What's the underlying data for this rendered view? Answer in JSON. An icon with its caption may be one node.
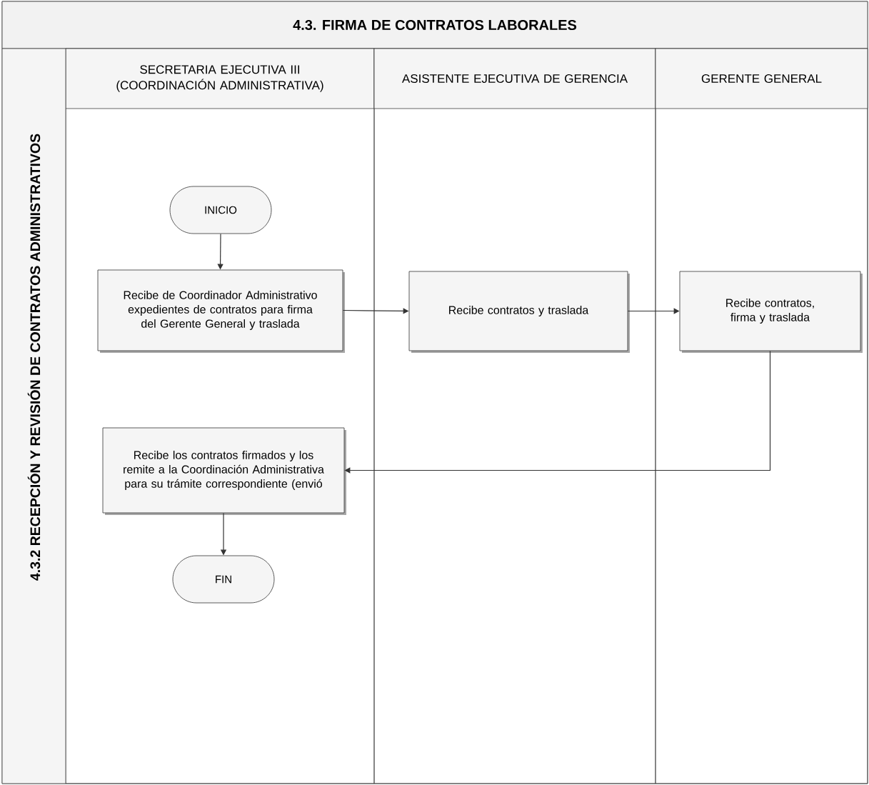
{
  "diagram": {
    "title": "4.3. FIRMA DE CONTRATOS LABORALES",
    "nodes": [
      {
        "text": [
          "SECRETARIA EJECUTIVA III (COORDINACIÓN ADMINISTRATIVA)"
        ]
      },
      {
        "text": [
          "ASISTENTE EJECUTIVA DE GERENCIA"
        ]
      },
      {
        "text": [
          "GERENTE GENERAL"
        ]
      },
      {
        "text": [
          "4.3.2 RECEPCIÓN Y REVISIÓN DE CONTRATOS ADMINISTRATIVOS"
        ]
      },
      {
        "text": [
          "INICIO"
        ],
        "in": 0
      },
      {
        "text": [
          "Recibe de Coordinador Administrativo expedientes de contratos para firma del Gerente General y traslada"
        ],
        "in": 0
      },
      {
        "text": [
          "Recibe contratos y traslada"
        ],
        "in": 1
      },
      {
        "text": [
          "Recibe contratos, firma y traslada"
        ],
        "in": 2
      },
      {
        "text": [
          "Recibe los contratos firmados y los remite a la Coordinación Administrativa para su trámite correspondiente (envió"
        ],
        "in": 0
      },
      {
        "text": [
          "FIN"
        ],
        "in": 0
      }
    ],
    "edges": [
      {
        "from": 4,
        "to": 5,
        "arrow": "to"
      },
      {
        "from": 5,
        "to": 6,
        "arrow": "to"
      },
      {
        "from": 6,
        "to": 7,
        "arrow": "to"
      },
      {
        "from": 7,
        "to": 8,
        "arrow": "to"
      },
      {
        "from": 8,
        "to": 9,
        "arrow": "to"
      }
    ]
  }
}
